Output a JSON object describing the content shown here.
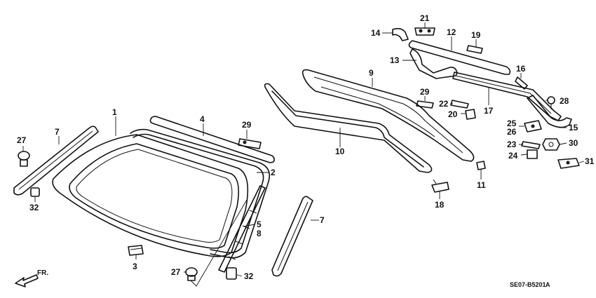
{
  "diagram_code": "SE07-B5201",
  "diagram_code_suffix": "A",
  "direction_label": "FR.",
  "callouts": [
    {
      "id": "c1",
      "text": "1"
    },
    {
      "id": "c2",
      "text": "2"
    },
    {
      "id": "c3",
      "text": "3"
    },
    {
      "id": "c4",
      "text": "4"
    },
    {
      "id": "c5",
      "text": "5"
    },
    {
      "id": "c6",
      "text": "8"
    },
    {
      "id": "c7",
      "text": "7"
    },
    {
      "id": "c8",
      "text": "7"
    },
    {
      "id": "c9",
      "text": "9"
    },
    {
      "id": "c10",
      "text": "10"
    },
    {
      "id": "c11",
      "text": "11"
    },
    {
      "id": "c12",
      "text": "12"
    },
    {
      "id": "c13",
      "text": "13"
    },
    {
      "id": "c14",
      "text": "14"
    },
    {
      "id": "c15",
      "text": "15"
    },
    {
      "id": "c16",
      "text": "16"
    },
    {
      "id": "c17",
      "text": "17"
    },
    {
      "id": "c18",
      "text": "18"
    },
    {
      "id": "c19",
      "text": "19"
    },
    {
      "id": "c20",
      "text": "20"
    },
    {
      "id": "c21",
      "text": "21"
    },
    {
      "id": "c22",
      "text": "22"
    },
    {
      "id": "c23",
      "text": "23"
    },
    {
      "id": "c24",
      "text": "24"
    },
    {
      "id": "c25",
      "text": "25"
    },
    {
      "id": "c26",
      "text": "26"
    },
    {
      "id": "c27",
      "text": "27"
    },
    {
      "id": "c28",
      "text": "27"
    },
    {
      "id": "c29",
      "text": "28"
    },
    {
      "id": "c30",
      "text": "29"
    },
    {
      "id": "c31",
      "text": "29"
    },
    {
      "id": "c32",
      "text": "30"
    },
    {
      "id": "c33",
      "text": "31"
    },
    {
      "id": "c34",
      "text": "32"
    },
    {
      "id": "c35",
      "text": "32"
    }
  ]
}
